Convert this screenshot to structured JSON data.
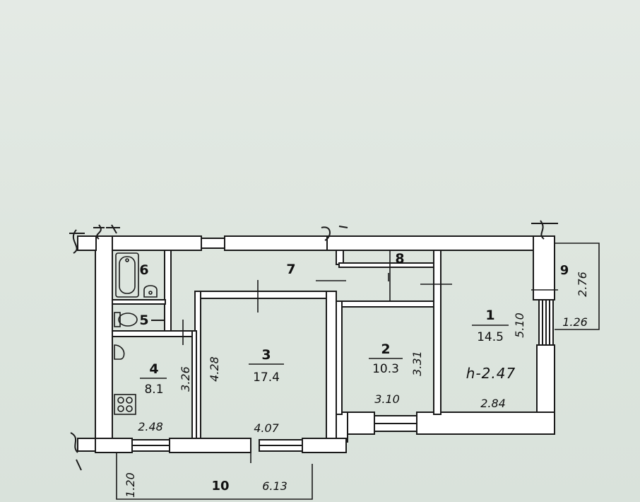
{
  "rooms": [
    {
      "number": "1",
      "area": "14.5"
    },
    {
      "number": "2",
      "area": "10.3"
    },
    {
      "number": "3",
      "area": "17.4"
    },
    {
      "number": "4",
      "area": "8.1"
    },
    {
      "number": "5"
    },
    {
      "number": "6"
    },
    {
      "number": "7"
    },
    {
      "number": "8"
    },
    {
      "number": "9"
    },
    {
      "number": "10"
    }
  ],
  "dimensions": {
    "room1_width": "2.84",
    "room1_length": "5.10",
    "room2_width": "3.10",
    "room2_length": "3.31",
    "room3_width": "4.07",
    "room3_length": "4.28",
    "room4_width": "2.48",
    "room4_length": "3.26",
    "balcony9_length": "2.76",
    "balcony9_width": "1.26",
    "balcony10_length": "6.13",
    "balcony10_width": "1.20"
  },
  "ceiling_height": "h-2.47",
  "colors": {
    "paper": "#dfe6df",
    "wall": "#ffffff",
    "line": "#1a1a1a"
  }
}
